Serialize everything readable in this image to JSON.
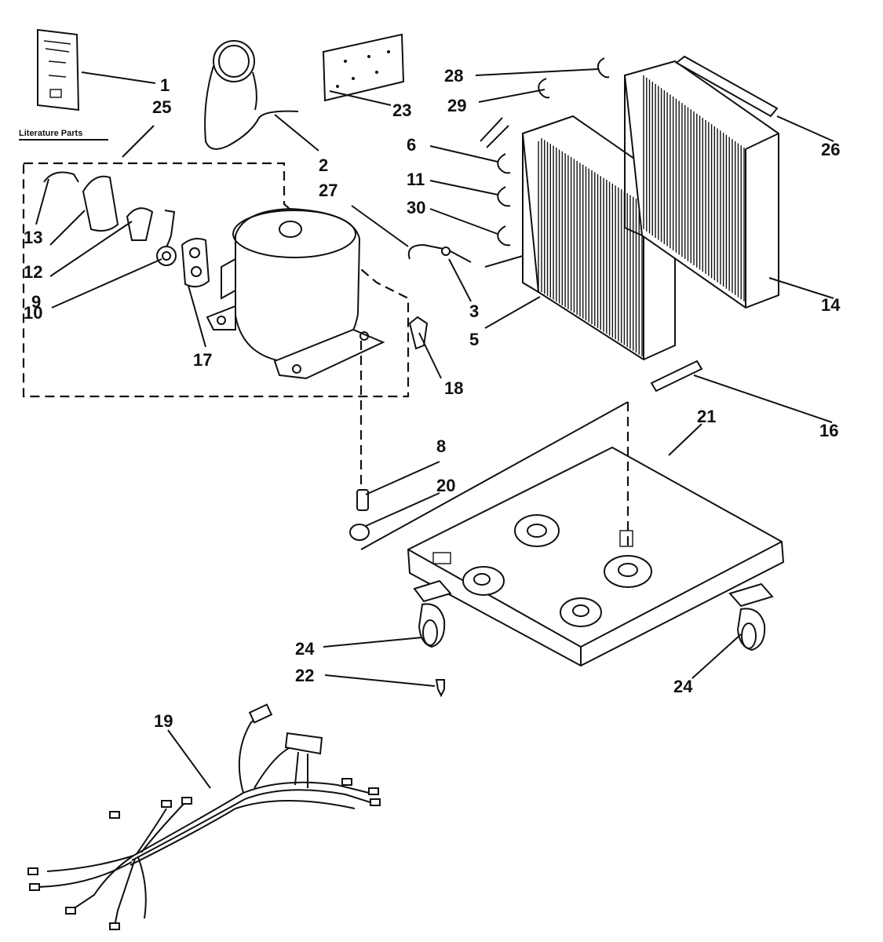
{
  "literature_caption": "Literature Parts",
  "callouts": [
    {
      "id": "1",
      "text": "1"
    },
    {
      "id": "25",
      "text": "25"
    },
    {
      "id": "2",
      "text": "2"
    },
    {
      "id": "23",
      "text": "23"
    },
    {
      "id": "28",
      "text": "28"
    },
    {
      "id": "29",
      "text": "29"
    },
    {
      "id": "6",
      "text": "6"
    },
    {
      "id": "11",
      "text": "11"
    },
    {
      "id": "30",
      "text": "30"
    },
    {
      "id": "26",
      "text": "26"
    },
    {
      "id": "27",
      "text": "27"
    },
    {
      "id": "13",
      "text": "13"
    },
    {
      "id": "12",
      "text": "12"
    },
    {
      "id": "9",
      "text": "9"
    },
    {
      "id": "10",
      "text": "10"
    },
    {
      "id": "17",
      "text": "17"
    },
    {
      "id": "3",
      "text": "3"
    },
    {
      "id": "5",
      "text": "5"
    },
    {
      "id": "14",
      "text": "14"
    },
    {
      "id": "18",
      "text": "18"
    },
    {
      "id": "16",
      "text": "16"
    },
    {
      "id": "21",
      "text": "21"
    },
    {
      "id": "8",
      "text": "8"
    },
    {
      "id": "20",
      "text": "20"
    },
    {
      "id": "24a",
      "text": "24"
    },
    {
      "id": "22",
      "text": "22"
    },
    {
      "id": "24b",
      "text": "24"
    },
    {
      "id": "19",
      "text": "19"
    }
  ]
}
